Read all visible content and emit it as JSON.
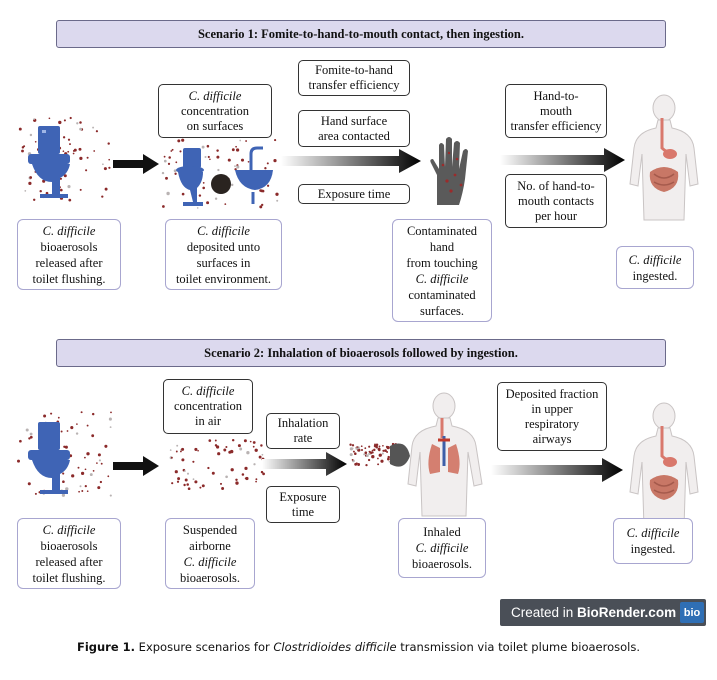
{
  "scenario1": {
    "title": "Scenario 1: Fomite-to-hand-to-mouth contact, then ingestion.",
    "box_release": {
      "l1": "C. difficile",
      "l2": "bioaerosols",
      "l3": "released after",
      "l4": "toilet flushing."
    },
    "box_deposit": {
      "l1": "C. difficile",
      "l2": "deposited unto",
      "l3": "surfaces in",
      "l4": "toilet environment."
    },
    "box_hand": {
      "l1": "Contaminated",
      "l2": "hand",
      "l3": "from touching",
      "l4": "C. difficile",
      "l5": "contaminated",
      "l6": "surfaces."
    },
    "box_ingested": {
      "l1": "C. difficile",
      "l2": "ingested."
    },
    "param_conc": {
      "l1": "C. difficile",
      "l2": "concentration",
      "l3": "on surfaces"
    },
    "param_fomite": {
      "l1": "Fomite-to-hand",
      "l2": "transfer efficiency"
    },
    "param_area": {
      "l1": "Hand surface",
      "l2": "area contacted"
    },
    "param_time": {
      "l1": "Exposure time"
    },
    "param_h2m": {
      "l1": "Hand-to-",
      "l2": "mouth",
      "l3": "transfer efficiency"
    },
    "param_contacts": {
      "l1": "No. of hand-to-",
      "l2": "mouth contacts",
      "l3": "per hour"
    }
  },
  "scenario2": {
    "title": "Scenario 2: Inhalation of bioaerosols followed by ingestion.",
    "box_release": {
      "l1": "C. difficile",
      "l2": "bioaerosols",
      "l3": "released after",
      "l4": "toilet flushing."
    },
    "box_suspended": {
      "l1": "Suspended",
      "l2": "airborne",
      "l3": "C. difficile",
      "l4": "bioaerosols."
    },
    "box_inhaled": {
      "l1": "Inhaled",
      "l2": "C. difficile",
      "l3": "bioaerosols."
    },
    "box_ingested": {
      "l1": "C. difficile",
      "l2": "ingested."
    },
    "param_conc_air": {
      "l1": "C. difficile",
      "l2": "concentration",
      "l3": "in air"
    },
    "param_rate": {
      "l1": "Inhalation",
      "l2": "rate"
    },
    "param_time": {
      "l1": "Exposure",
      "l2": "time"
    },
    "param_deposited": {
      "l1": "Deposited fraction",
      "l2": "in upper",
      "l3": "respiratory",
      "l4": "airways"
    }
  },
  "badge": {
    "prefix": "Created in ",
    "brand": "BioRender.com",
    "logo": "bio"
  },
  "caption": {
    "label": "Figure 1.",
    "pre": " Exposure scenarios for ",
    "species": "Clostridioides difficile",
    "post": " transmission via toilet plume bioaerosols."
  },
  "colors": {
    "banner_fill": "#dcd9ee",
    "box_border": "#a8a6d0",
    "toilet_blue": "#3f64b5",
    "dot_red": "#8b2a2a",
    "badge_bg": "#4a4f57",
    "logo_blue": "#2f6fb5"
  },
  "icons": [
    "toilet-icon",
    "toilet-sink-icon",
    "contaminated-hand-icon",
    "human-digestive-icon",
    "aerosol-cloud-icon",
    "human-lungs-icon"
  ]
}
